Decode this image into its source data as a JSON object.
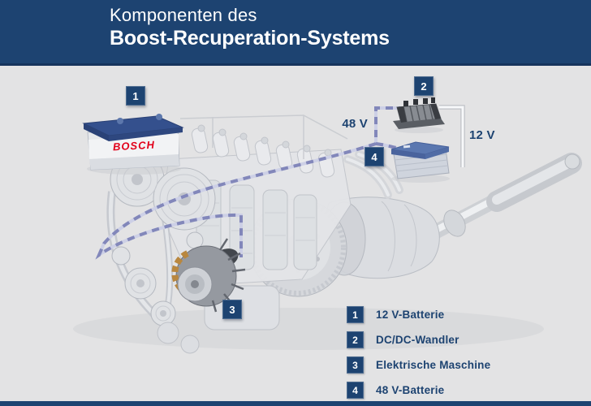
{
  "colors": {
    "navy": "#1d4371",
    "background": "#e3e3e4",
    "wire": "#8287ba",
    "wireLight": "#cdd0e6",
    "red": "#e2001a"
  },
  "header": {
    "title_line1": "Komponenten des",
    "title_line2": "Boost-Recuperation-Systems"
  },
  "diagram": {
    "markers": {
      "battery12": "1",
      "dcdc": "2",
      "emachine": "3",
      "battery48": "4"
    },
    "labels": {
      "voltage_48": "48 V",
      "voltage_12": "12 V",
      "battery_brand": "BOSCH"
    }
  },
  "legend": {
    "items": [
      {
        "number": "1",
        "label": "12 V-Batterie"
      },
      {
        "number": "2",
        "label": "DC/DC-Wandler"
      },
      {
        "number": "3",
        "label": "Elektrische Maschine"
      },
      {
        "number": "4",
        "label": "48 V-Batterie"
      }
    ]
  }
}
